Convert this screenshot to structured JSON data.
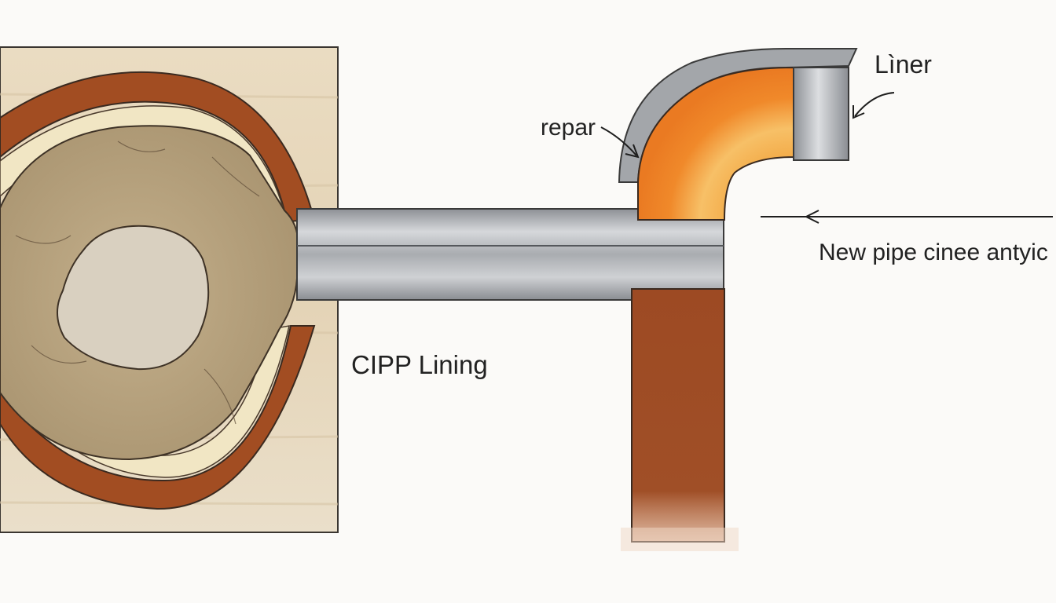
{
  "labels": {
    "liner": "Lìner",
    "repair": "repar",
    "new_pipe": "New pipe cinee antyic",
    "cipp": "CIPP Lining"
  },
  "colors": {
    "background": "#fbfaf8",
    "soil_panel": "#e9dcc4",
    "old_pipe_wall": "#a24d22",
    "cream_lining": "#f1e6c4",
    "sediment": "#b9a683",
    "core": "#d9d0c0",
    "steel_pipe": "#aeb0b4",
    "orange_liner": "#f0922c",
    "vertical_pipe": "#9b4a24"
  }
}
